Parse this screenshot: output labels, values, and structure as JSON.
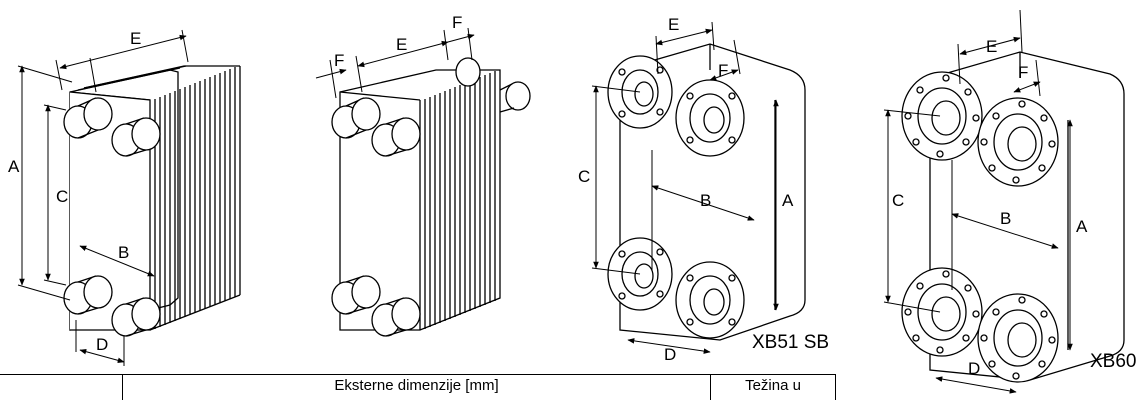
{
  "dimension_labels": {
    "A": "A",
    "B": "B",
    "C": "C",
    "D": "D",
    "E": "E",
    "F": "F"
  },
  "models": {
    "xb51sb": "XB51 SB",
    "xb60": "XB60"
  },
  "table": {
    "header_dimensions": "Eksterne dimenzije [mm]",
    "header_weight": "Težina u"
  },
  "colors": {
    "line": "#000000",
    "background": "#ffffff"
  }
}
